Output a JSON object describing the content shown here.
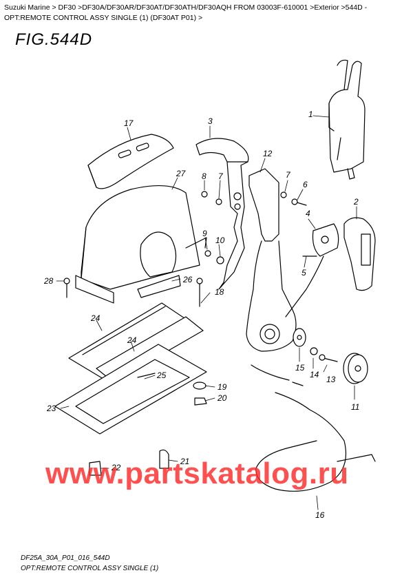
{
  "breadcrumb": {
    "path": "Suzuki Marine > DF30 >DF30A/DF30AR/DF30AT/DF30ATH/DF30AQH FROM 03003F-610001 >Exterior >544D - OPT:REMOTE CONTROL ASSY SINGLE (1) (DF30AT P01) >"
  },
  "figure": {
    "title": "FIG.544D",
    "code": "DF25A_30A_P01_016_544D",
    "caption": "OPT:REMOTE CONTROL ASSY SINGLE (1)"
  },
  "watermark": "www.partskatalog.ru",
  "callouts": [
    "1",
    "2",
    "3",
    "4",
    "5",
    "6",
    "7",
    "7",
    "8",
    "9",
    "10",
    "11",
    "12",
    "13",
    "14",
    "15",
    "16",
    "17",
    "18",
    "19",
    "20",
    "21",
    "22",
    "23",
    "24",
    "24",
    "25",
    "26",
    "27",
    "28"
  ]
}
